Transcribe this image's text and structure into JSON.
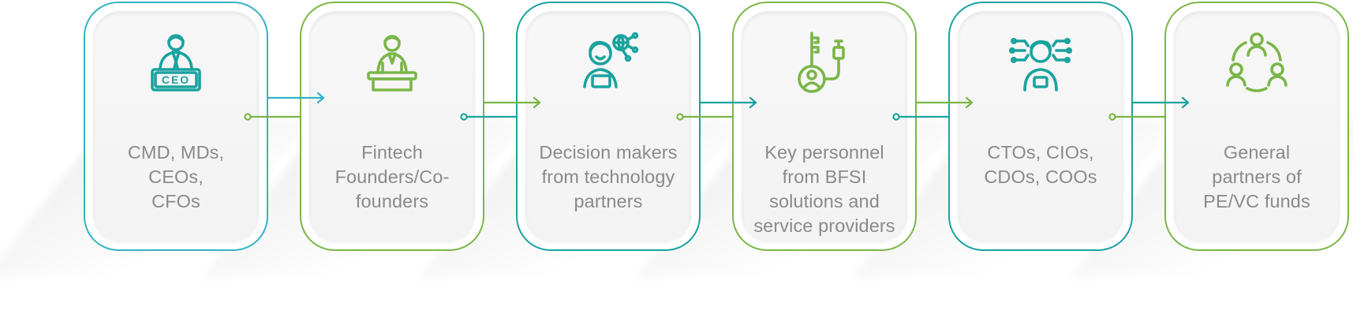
{
  "steps": [
    {
      "label": "CMD, MDs, CEOs,\nCFOs",
      "icon": "ceo-icon",
      "icon_text": "CEO",
      "border_color": "#33b3c6",
      "icon_color": "#1aa39f"
    },
    {
      "label": "Fintech\nFounders/Co-\nfounders",
      "icon": "founder-at-podium-icon",
      "border_color": "#7ab648",
      "icon_color": "#7ab648"
    },
    {
      "label": "Decision makers\nfrom technology\npartners",
      "icon": "tech-partner-icon",
      "border_color": "#1aa39f",
      "icon_color": "#1aa39f"
    },
    {
      "label": "Key personnel\nfrom BFSI\nsolutions and\nservice providers",
      "icon": "key-person-icon",
      "border_color": "#7ab648",
      "icon_color": "#7ab648"
    },
    {
      "label": "CTOs, CIOs,\nCDOs, COOs",
      "icon": "tech-executive-icon",
      "border_color": "#1aa39f",
      "icon_color": "#1aa39f"
    },
    {
      "label": "General\npartners of\nPE/VC funds",
      "icon": "network-people-icon",
      "border_color": "#7ab648",
      "icon_color": "#7ab648"
    }
  ],
  "colors": {
    "teal": "#1aa39f",
    "cyan": "#33b3c6",
    "green": "#7ab648",
    "text": "#8a8a8a"
  }
}
